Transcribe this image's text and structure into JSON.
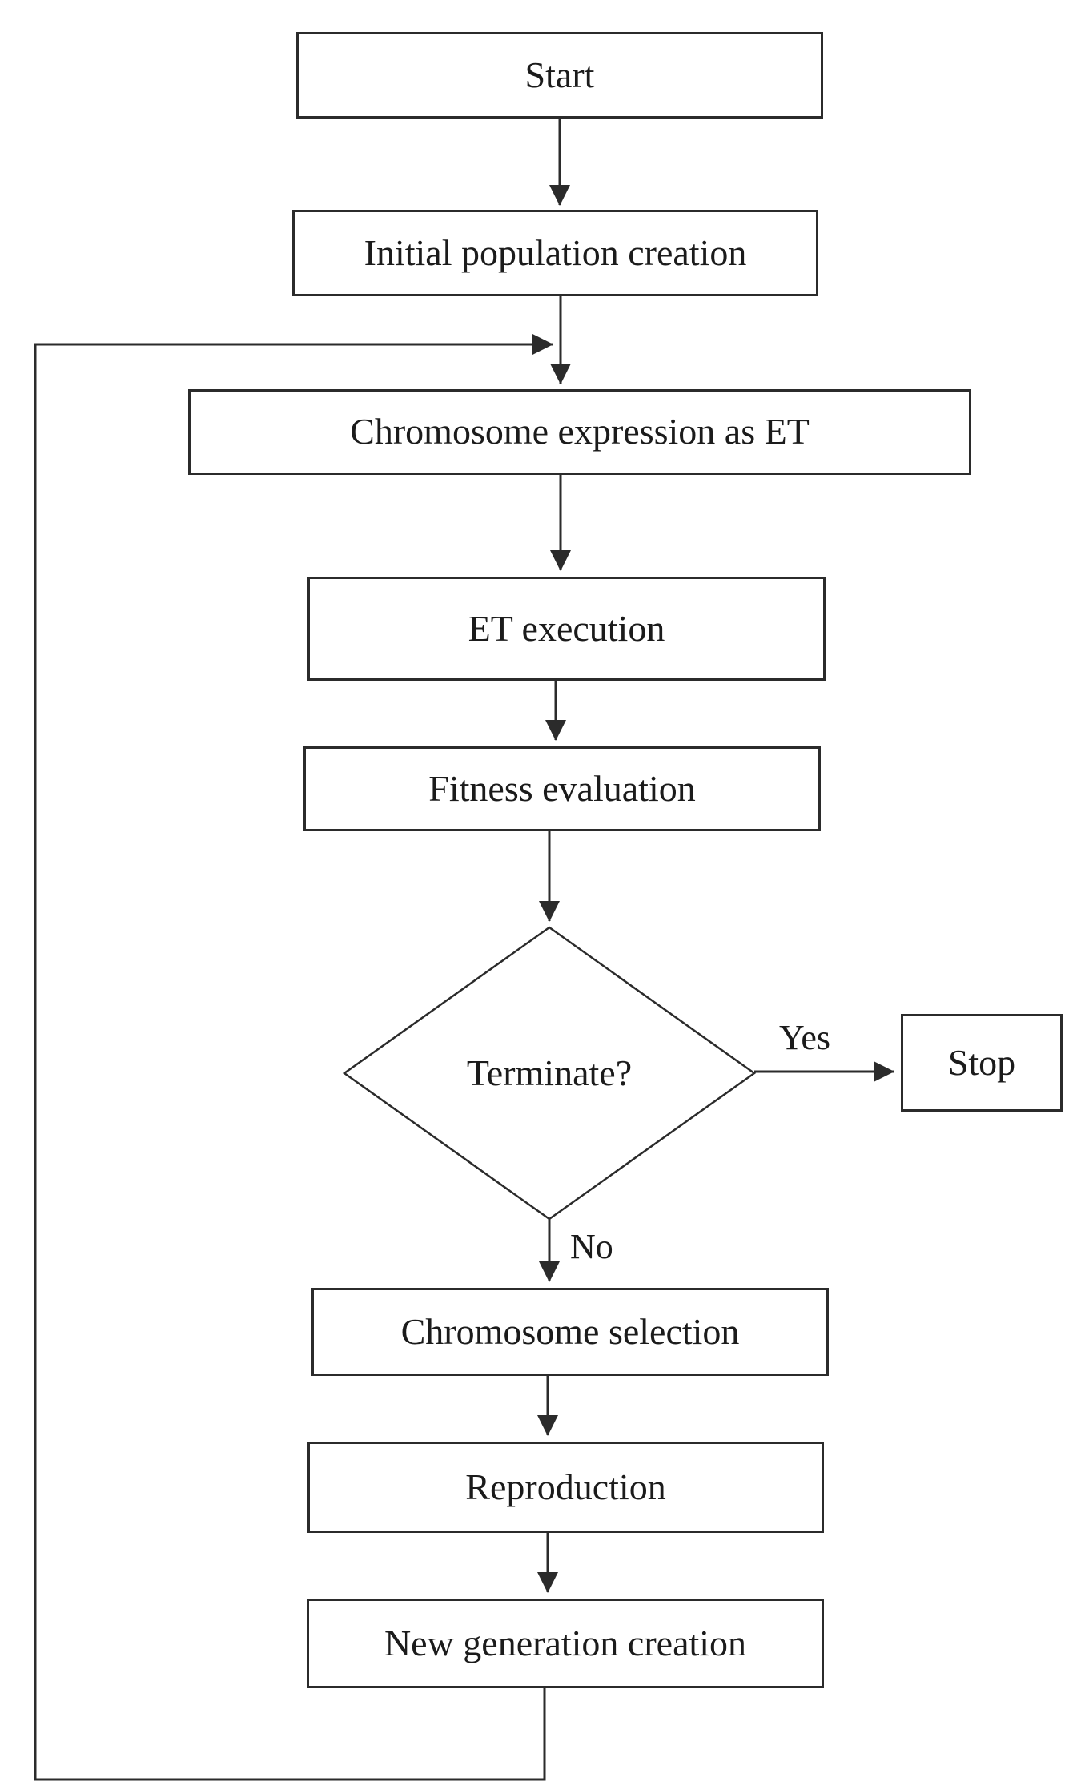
{
  "flowchart": {
    "colors": {
      "background": "#ffffff",
      "stroke": "#2b2b2b",
      "text": "#1b1b1b"
    },
    "nodes": {
      "start": {
        "label": "Start",
        "shape": "process"
      },
      "initial_population": {
        "label": "Initial population creation",
        "shape": "process"
      },
      "chromosome_expression": {
        "label": "Chromosome expression as ET",
        "shape": "process"
      },
      "et_execution": {
        "label": "ET execution",
        "shape": "process"
      },
      "fitness_evaluation": {
        "label": "Fitness evaluation",
        "shape": "process"
      },
      "terminate": {
        "label": "Terminate?",
        "shape": "decision"
      },
      "stop": {
        "label": "Stop",
        "shape": "process"
      },
      "chromosome_selection": {
        "label": "Chromosome selection",
        "shape": "process"
      },
      "reproduction": {
        "label": "Reproduction",
        "shape": "process"
      },
      "new_generation": {
        "label": "New generation creation",
        "shape": "process"
      }
    },
    "edge_labels": {
      "yes": "Yes",
      "no": "No"
    },
    "edges": [
      {
        "from": "start",
        "to": "initial_population"
      },
      {
        "from": "initial_population",
        "to": "chromosome_expression"
      },
      {
        "from": "chromosome_expression",
        "to": "et_execution"
      },
      {
        "from": "et_execution",
        "to": "fitness_evaluation"
      },
      {
        "from": "fitness_evaluation",
        "to": "terminate"
      },
      {
        "from": "terminate",
        "to": "stop",
        "label": "Yes"
      },
      {
        "from": "terminate",
        "to": "chromosome_selection",
        "label": "No"
      },
      {
        "from": "chromosome_selection",
        "to": "reproduction"
      },
      {
        "from": "reproduction",
        "to": "new_generation"
      },
      {
        "from": "new_generation",
        "to": "chromosome_expression"
      }
    ]
  }
}
